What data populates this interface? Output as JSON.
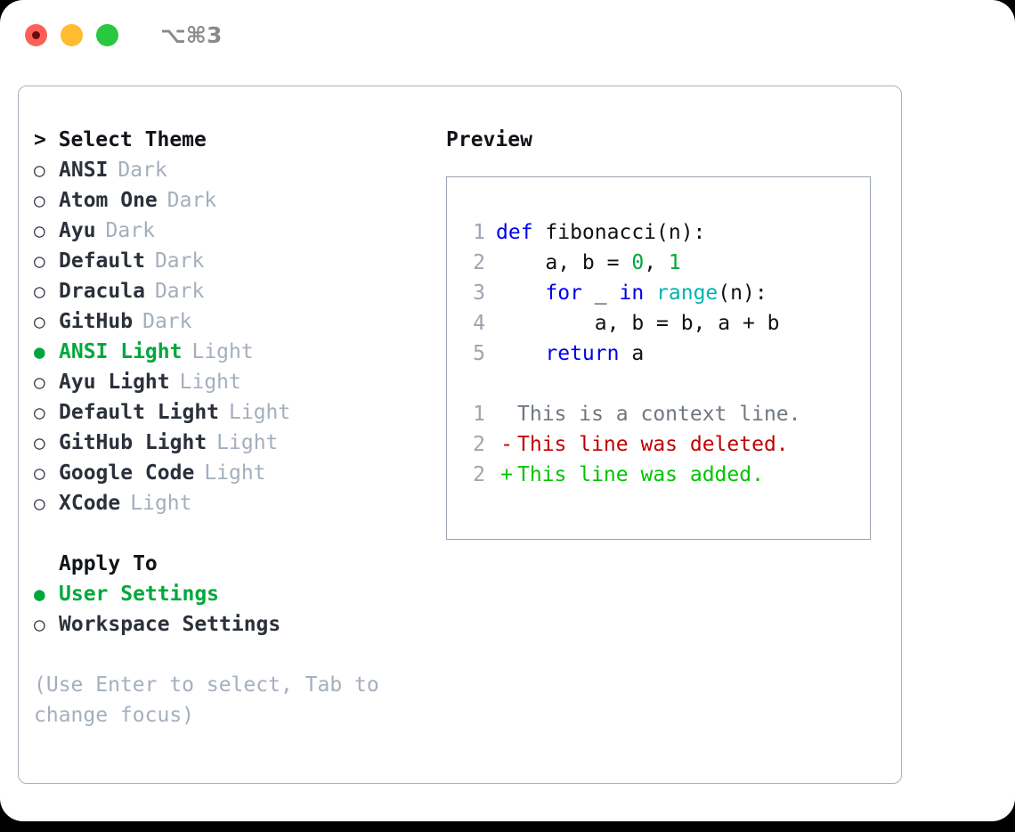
{
  "titlebar": {
    "lights": [
      {
        "name": "close",
        "color": "#ff5f57"
      },
      {
        "name": "minimize",
        "color": "#febc2e"
      },
      {
        "name": "maximize",
        "color": "#28c840"
      }
    ],
    "shortcut": "⌥⌘3"
  },
  "theme_picker": {
    "heading": "> Select Theme",
    "bullet_unselected": "○",
    "bullet_selected": "●",
    "items": [
      {
        "marker": "○",
        "name": "ANSI",
        "suffix": "Dark",
        "selected": false
      },
      {
        "marker": "○",
        "name": "Atom One",
        "suffix": "Dark",
        "selected": false
      },
      {
        "marker": "○",
        "name": "Ayu",
        "suffix": "Dark",
        "selected": false
      },
      {
        "marker": "○",
        "name": "Default",
        "suffix": "Dark",
        "selected": false
      },
      {
        "marker": "○",
        "name": "Dracula",
        "suffix": "Dark",
        "selected": false
      },
      {
        "marker": "○",
        "name": "GitHub",
        "suffix": "Dark",
        "selected": false
      },
      {
        "marker": "●",
        "name": "ANSI Light",
        "suffix": "Light",
        "selected": true
      },
      {
        "marker": "○",
        "name": "Ayu Light",
        "suffix": "Light",
        "selected": false
      },
      {
        "marker": "○",
        "name": "Default Light",
        "suffix": "Light",
        "selected": false
      },
      {
        "marker": "○",
        "name": "GitHub Light",
        "suffix": "Light",
        "selected": false
      },
      {
        "marker": "○",
        "name": "Google Code",
        "suffix": "Light",
        "selected": false
      },
      {
        "marker": "○",
        "name": "XCode",
        "suffix": "Light",
        "selected": false
      }
    ]
  },
  "apply_to": {
    "heading": "Apply To",
    "items": [
      {
        "marker": "●",
        "name": "User Settings",
        "suffix": "",
        "selected": true
      },
      {
        "marker": "○",
        "name": "Workspace Settings",
        "suffix": "",
        "selected": false
      }
    ]
  },
  "hint": "(Use Enter to select, Tab to change focus)",
  "preview": {
    "heading": "Preview",
    "code_lines": [
      {
        "n": "1",
        "tokens": [
          {
            "t": "def",
            "c": "kw"
          },
          {
            "t": " fibonacci(n):",
            "c": "id"
          }
        ]
      },
      {
        "n": "2",
        "tokens": [
          {
            "t": "    a, b = ",
            "c": "id"
          },
          {
            "t": "0",
            "c": "num"
          },
          {
            "t": ", ",
            "c": "id"
          },
          {
            "t": "1",
            "c": "num"
          }
        ]
      },
      {
        "n": "3",
        "tokens": [
          {
            "t": "    ",
            "c": "id"
          },
          {
            "t": "for",
            "c": "kw"
          },
          {
            "t": " _ ",
            "c": "id"
          },
          {
            "t": "in",
            "c": "kw"
          },
          {
            "t": " ",
            "c": "id"
          },
          {
            "t": "range",
            "c": "fn"
          },
          {
            "t": "(n):",
            "c": "id"
          }
        ]
      },
      {
        "n": "4",
        "tokens": [
          {
            "t": "        a, b = b, a + b",
            "c": "id"
          }
        ]
      },
      {
        "n": "5",
        "tokens": [
          {
            "t": "    ",
            "c": "id"
          },
          {
            "t": "return",
            "c": "kw"
          },
          {
            "t": " a",
            "c": "id"
          }
        ]
      }
    ],
    "diff_lines": [
      {
        "n": "1",
        "mark": " ",
        "text": "This is a context line.",
        "kind": "dctx"
      },
      {
        "n": "2",
        "mark": "-",
        "text": "This line was deleted.",
        "kind": "ddel"
      },
      {
        "n": "2",
        "mark": "+",
        "text": "This line was added.",
        "kind": "dadd"
      }
    ]
  },
  "colors": {
    "accent_green": "#00a83c",
    "muted": "#a4afbd",
    "border": "#aab2bd",
    "preview_border": "#9aa5b1",
    "keyword_blue": "#0000ee",
    "function_cyan": "#00b2b2",
    "number_green": "#00a83c",
    "diff_delete_red": "#c00000",
    "diff_add_green": "#00c400"
  }
}
